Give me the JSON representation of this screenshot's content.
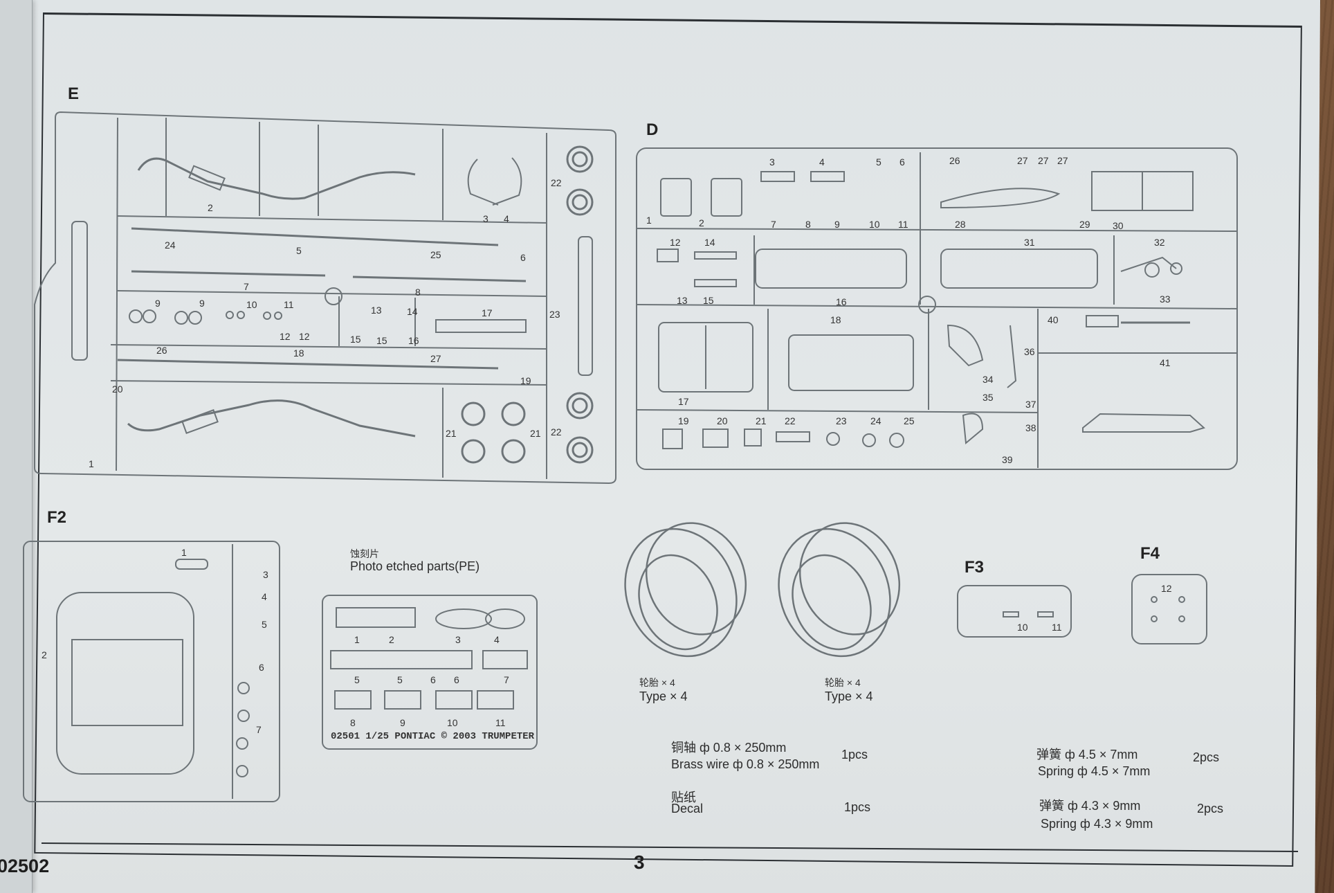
{
  "sprues": {
    "e_label": "E",
    "d_label": "D",
    "f2_label": "F2",
    "f3_label": "F3",
    "f4_label": "F4"
  },
  "pe": {
    "title_cn": "蚀刻片",
    "title_en": "Photo etched parts(PE)",
    "nums": [
      "1",
      "2",
      "3",
      "4",
      "5",
      "5",
      "6",
      "6",
      "7",
      "8",
      "9",
      "10",
      "11"
    ],
    "imprint": "02501 1/25 PONTIAC © 2003 TRUMPETER"
  },
  "tires": [
    {
      "cn": "轮胎 × 4",
      "en": "Type × 4"
    },
    {
      "cn": "轮胎 × 4",
      "en": "Type × 4"
    }
  ],
  "f3_nums": [
    "10",
    "11"
  ],
  "f4_nums": [
    "12"
  ],
  "materials": [
    {
      "cn": "铜轴 ф 0.8 × 250mm",
      "en": "Brass wire ф 0.8 × 250mm",
      "qty": "1pcs"
    },
    {
      "cn": "贴纸",
      "en": "Decal",
      "qty": "1pcs"
    },
    {
      "cn": "弹簧 ф 4.5 × 7mm",
      "en": "Spring ф 4.5 × 7mm",
      "qty": "2pcs"
    },
    {
      "cn": "弹簧 ф 4.3 × 9mm",
      "en": "Spring ф 4.3 × 9mm",
      "qty": "2pcs"
    }
  ],
  "footer": {
    "code": "02502",
    "page": "3"
  },
  "e_nums": [
    "2",
    "3",
    "4",
    "22",
    "24",
    "5",
    "25",
    "6",
    "7",
    "8",
    "9",
    "9",
    "10",
    "11",
    "13",
    "14",
    "17",
    "23",
    "12",
    "12",
    "15",
    "15",
    "16",
    "26",
    "18",
    "27",
    "19",
    "20",
    "1",
    "21",
    "21",
    "22"
  ],
  "d_nums": [
    "3",
    "4",
    "5",
    "6",
    "26",
    "27",
    "27",
    "27",
    "1",
    "2",
    "7",
    "8",
    "9",
    "10",
    "11",
    "28",
    "29",
    "30",
    "12",
    "14",
    "31",
    "32",
    "13",
    "15",
    "16",
    "33",
    "17",
    "18",
    "40",
    "36",
    "34",
    "35",
    "37",
    "38",
    "41",
    "19",
    "20",
    "21",
    "22",
    "23",
    "24",
    "25",
    "39"
  ],
  "f2_nums": [
    "1",
    "2",
    "3",
    "4",
    "5",
    "6",
    "7"
  ],
  "colors": {
    "ink": "#2b2f33",
    "paper": "#e2e6e8",
    "line": "#6d7478"
  }
}
